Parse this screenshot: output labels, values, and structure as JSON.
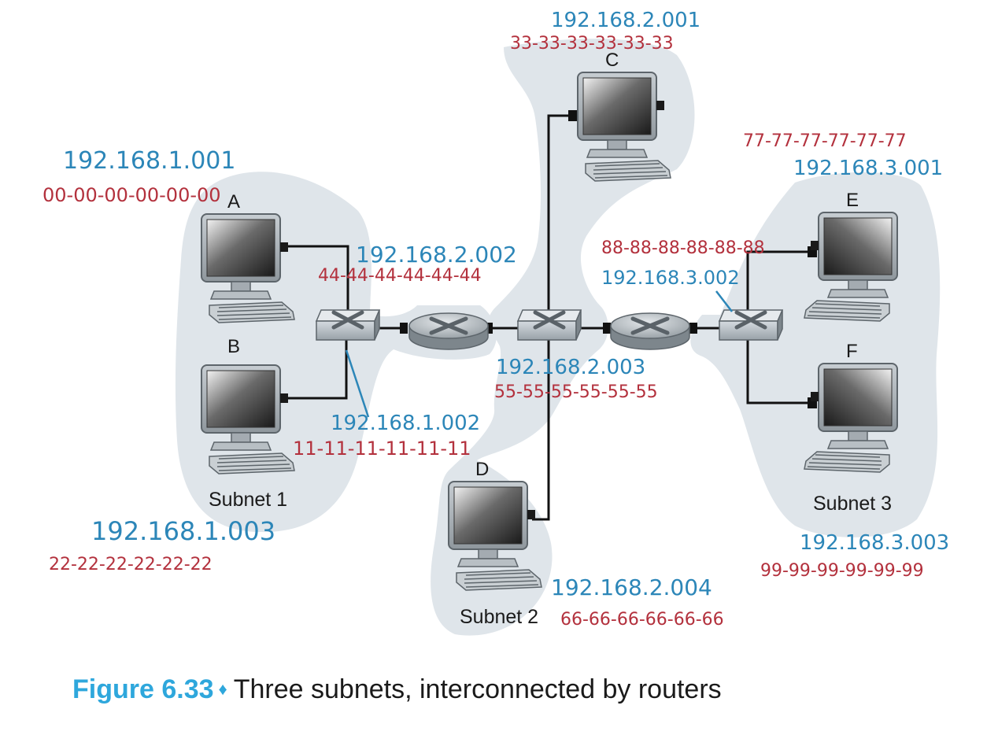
{
  "hosts": {
    "A": {
      "label": "A",
      "ip": "192.168.1.001",
      "mac": "00-00-00-00-00-00"
    },
    "B": {
      "label": "B",
      "ip": "192.168.1.003",
      "mac": "22-22-22-22-22-22"
    },
    "C": {
      "label": "C",
      "ip": "192.168.2.001",
      "mac": "33-33-33-33-33-33"
    },
    "D": {
      "label": "D",
      "ip": "192.168.2.004",
      "mac": "66-66-66-66-66-66"
    },
    "E": {
      "label": "E",
      "ip": "192.168.3.001",
      "mac": "77-77-77-77-77-77"
    },
    "F": {
      "label": "F",
      "ip": "192.168.3.003",
      "mac": "99-99-99-99-99-99"
    }
  },
  "router1": {
    "left_interface": {
      "ip": "192.168.1.002",
      "mac": "11-11-11-11-11-11"
    },
    "right_interface": {
      "ip": "192.168.2.002",
      "mac": "44-44-44-44-44-44"
    }
  },
  "router2": {
    "left_interface": {
      "ip": "192.168.2.003",
      "mac": "55-55-55-55-55-55"
    },
    "right_interface": {
      "ip": "192.168.3.002",
      "mac": "88-88-88-88-88-88"
    }
  },
  "subnets": {
    "subnet1": "Subnet 1",
    "subnet2": "Subnet 2",
    "subnet3": "Subnet 3"
  },
  "caption": {
    "figure_number": "Figure 6.33",
    "separator": "♦",
    "text": "Three subnets, interconnected by routers"
  },
  "colors": {
    "subnet_fill": "#dfe5ea",
    "ip_annotation": "#2c86b8",
    "mac_annotation": "#b3313d",
    "figure_number": "#2ea7dc"
  }
}
